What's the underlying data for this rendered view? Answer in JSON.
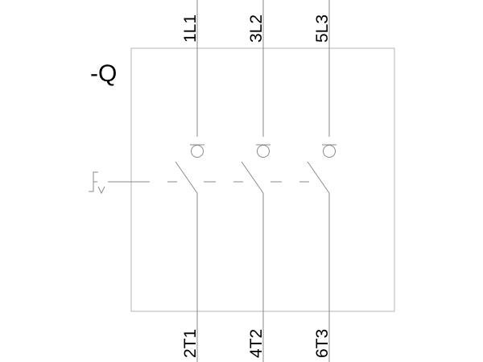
{
  "device_reference": "-Q",
  "terminals": {
    "top": [
      "1L1",
      "3L2",
      "5L3"
    ],
    "bottom": [
      "2T1",
      "4T2",
      "6T3"
    ]
  },
  "colors": {
    "frame": "#b4b4b4",
    "line": "#8a8a8a",
    "text": "#000000",
    "background": "#ffffff"
  },
  "icons": {
    "actuator": "manual-rotary-actuator-icon",
    "contact": "make-contact-icon",
    "terminal": "terminal-circle-icon"
  }
}
